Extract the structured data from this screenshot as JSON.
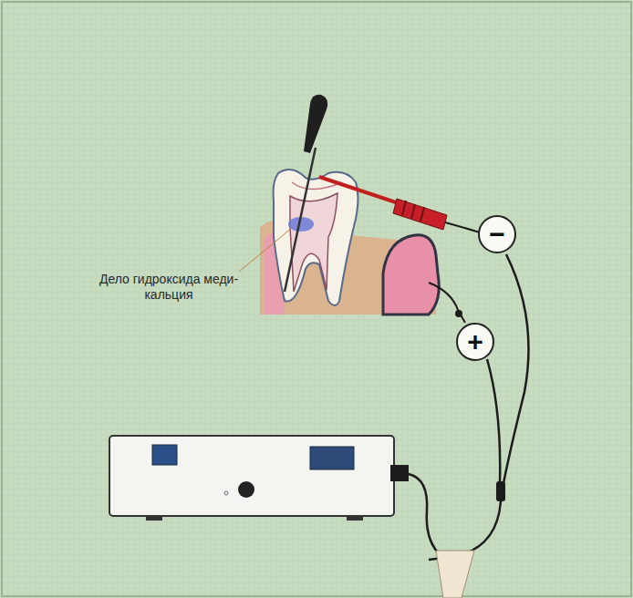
{
  "diagram": {
    "nodes": [
      {
        "text": [
          "−"
        ]
      },
      {
        "text": [
          "+"
        ]
      }
    ],
    "labels": [
      "Дело гидроксида меди-кальция"
    ]
  }
}
